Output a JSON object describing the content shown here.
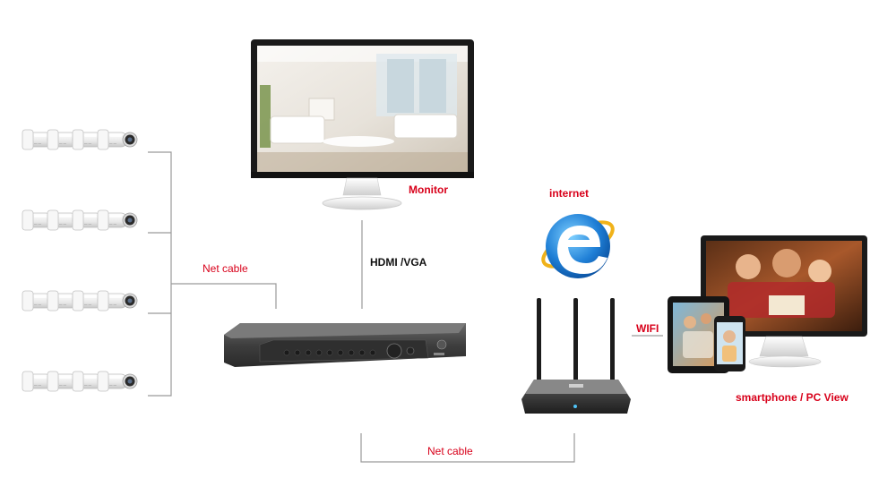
{
  "labels": {
    "monitor": "Monitor",
    "internet": "internet",
    "net_cable_left": "Net cable",
    "hdmi_vga": "HDMI /VGA",
    "wifi": "WIFI",
    "net_cable_bottom": "Net cable",
    "client_view": "smartphone / PC View"
  },
  "cameras": {
    "rows": 4,
    "per_row": 4
  },
  "colors": {
    "label_red": "#d8001a",
    "label_dark": "#111111",
    "connector_line": "#9a9a9a",
    "nvr_body": "#4a4a4a",
    "camera_body": "#f2f2f2",
    "ie_blue": "#1f7fd6",
    "router_body": "#3a3a3a"
  },
  "icons": [
    "cctv-camera-icon",
    "monitor-icon",
    "nvr-recorder-icon",
    "internet-explorer-icon",
    "wifi-router-icon",
    "tablet-icon",
    "smartphone-icon",
    "pc-monitor-icon"
  ]
}
